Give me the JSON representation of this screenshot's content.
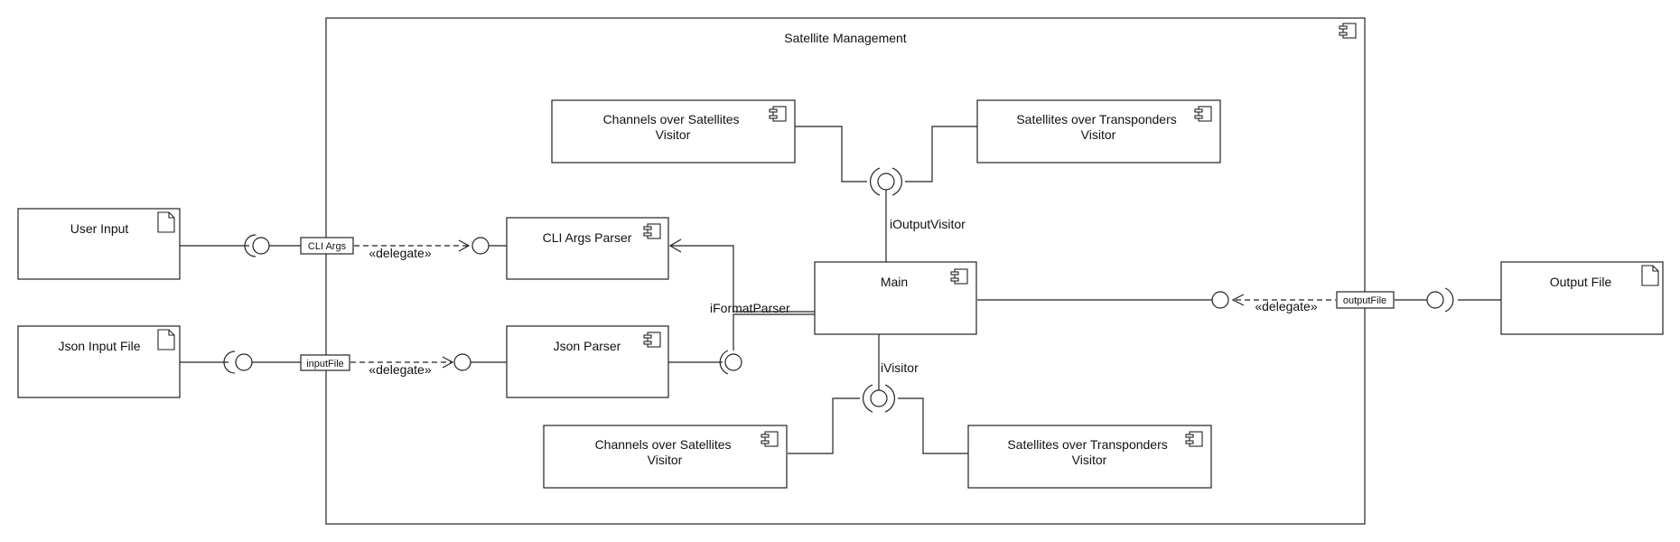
{
  "subsystem": {
    "title": "Satellite Management"
  },
  "artifacts": {
    "user_input": "User Input",
    "json_input_file": "Json Input File",
    "output_file": "Output File"
  },
  "components": {
    "channels_top": [
      "Channels over Satellites",
      "Visitor"
    ],
    "satellites_top": [
      "Satellites over Transponders",
      "Visitor"
    ],
    "cli_args_parser": "CLI Args Parser",
    "main": "Main",
    "json_parser": "Json Parser",
    "channels_bottom": [
      "Channels over Satellites",
      "Visitor"
    ],
    "satellites_bottom": [
      "Satellites over Transponders",
      "Visitor"
    ]
  },
  "ports": {
    "cli_args": "CLI Args",
    "input_file": "inputFile",
    "output_file": "outputFile"
  },
  "interfaces": {
    "output_visitor": "iOutputVisitor",
    "format_parser": "iFormatParser",
    "visitor": "iVisitor"
  },
  "delegate_label": "«delegate»"
}
